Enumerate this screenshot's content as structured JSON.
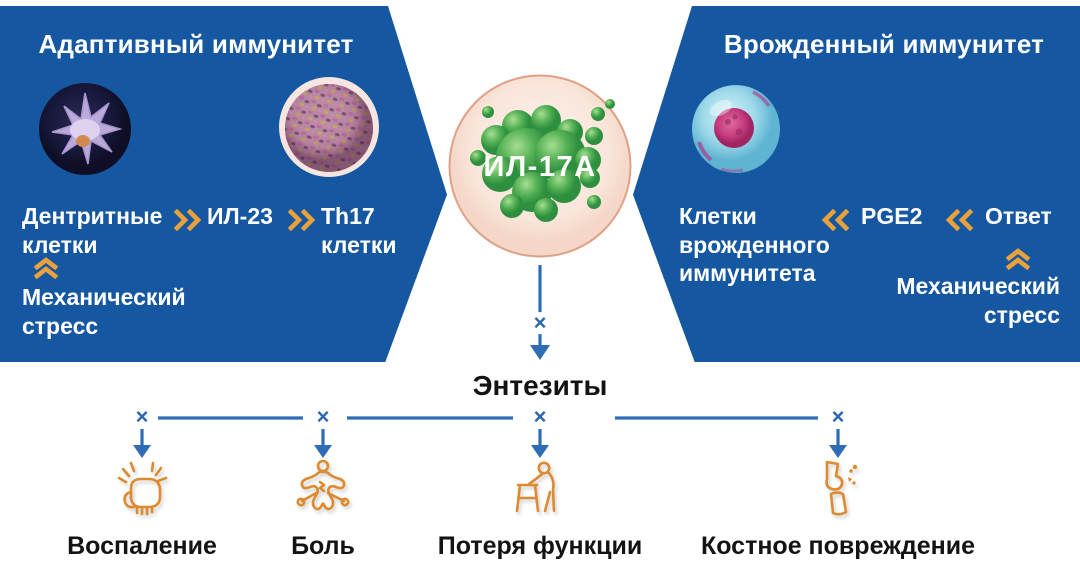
{
  "adaptive": {
    "title": "Адаптивный иммунитет",
    "cell1": "Дентритные клетки",
    "mediator": "ИЛ-23",
    "cell2": "Th17 клетки",
    "stress": "Механический стресс"
  },
  "innate": {
    "title": "Врожденный иммунитет",
    "cells": "Клетки врожденного иммунитета",
    "mediator": "PGE2",
    "response": "Ответ",
    "stress": "Механический стресс"
  },
  "center": {
    "cytokine": "ИЛ-17А",
    "target": "Энтезиты",
    "blocked_symbol": "×"
  },
  "outcomes": [
    {
      "label": "Воспаление",
      "icon": "inflamed-hand-icon"
    },
    {
      "label": "Боль",
      "icon": "pain-body-icon"
    },
    {
      "label": "Потеря функции",
      "icon": "person-walker-icon"
    },
    {
      "label": "Костное повреждение",
      "icon": "knee-bone-damage-icon"
    }
  ],
  "images": [
    "dendritic-cell-image",
    "th17-cell-image",
    "il17a-molecule-image",
    "innate-cell-image"
  ],
  "colors": {
    "panel_blue": "#1557A0",
    "arrow_blue": "#2E6CB5",
    "chevron_orange": "#E9A23B",
    "icon_orange": "#DE8A2E",
    "molecule_green": "#3A9A44",
    "molecule_bg": "#F9E6DA",
    "text_dark": "#131313"
  }
}
